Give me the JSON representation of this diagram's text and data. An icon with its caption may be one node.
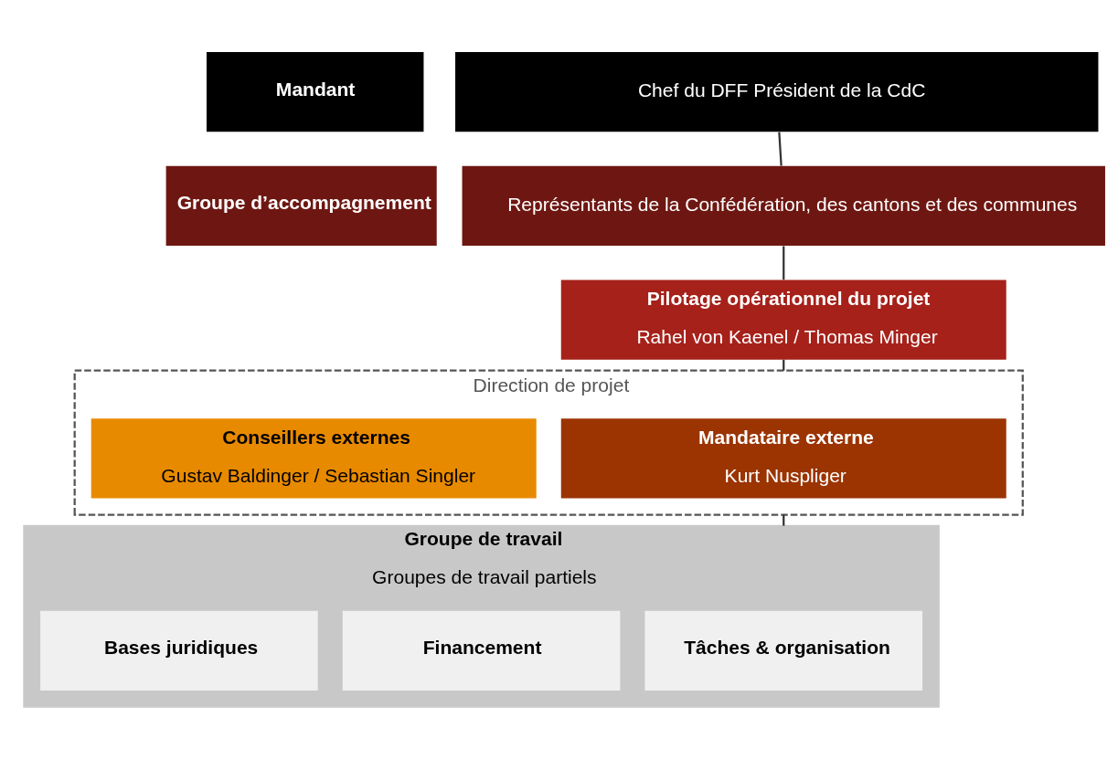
{
  "diagram": {
    "nodes": [
      {
        "text": [
          "Mandant"
        ]
      },
      {
        "text": [
          "Chef du DFF Président de la CdC"
        ]
      },
      {
        "text": [
          "Groupe d’accompagnement"
        ]
      },
      {
        "text": [
          "Représentants de la Confédération, des cantons et des communes"
        ]
      },
      {
        "text": [
          "Pilotage opérationnel du projet",
          "Rahel von Kaenel / Thomas Minger"
        ]
      },
      {
        "text": [
          "Direction de projet"
        ]
      },
      {
        "text": [
          "Mandataire externe",
          "Kurt Nuspliger"
        ],
        "in": 5
      },
      {
        "text": [
          "Conseillers externes",
          "Gustav Baldinger / Sebastian Singler"
        ],
        "in": 5
      },
      {
        "text": [
          "Groupe de travail",
          "Groupes de travail partiels"
        ]
      },
      {
        "text": [
          "Tâches & organisation"
        ],
        "in": 8
      },
      {
        "text": [
          "Financement"
        ],
        "in": 8
      },
      {
        "text": [
          "Bases juridiques"
        ],
        "in": 8
      }
    ],
    "edges": [
      {
        "from": 1,
        "to": 3,
        "arrow": "none"
      },
      {
        "from": 3,
        "to": 4,
        "arrow": "none"
      },
      {
        "from": 4,
        "to": 5,
        "arrow": "none"
      },
      {
        "from": 5,
        "to": 8,
        "arrow": "none"
      }
    ]
  }
}
